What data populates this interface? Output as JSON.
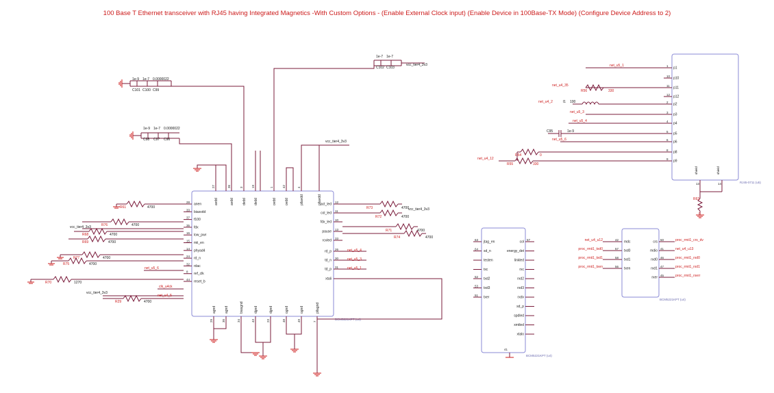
{
  "title": "100 Base T Ethernet transceiver with RJ45 having Integrated Magnetics -With Custom Options - (Enable External Clock input) (Enable Device in 100Base-TX Mode) (Configure Device Address to 2)",
  "phy": {
    "label": "BCM5221KPT (u4)",
    "left_pins": [
      {
        "num": "28",
        "name": "anen"
      },
      {
        "num": "33",
        "name": "biasvdd"
      },
      {
        "num": "37",
        "name": "f100"
      },
      {
        "num": "35",
        "name": "fdx"
      },
      {
        "num": "16",
        "name": "low_pwr"
      },
      {
        "num": "15",
        "name": "mii_en"
      },
      {
        "num": "14",
        "name": "phyad4"
      },
      {
        "num": "24",
        "name": "rd_n"
      },
      {
        "num": "32",
        "name": "rdac"
      },
      {
        "num": "8",
        "name": "ref_clk"
      },
      {
        "num": "44",
        "name": "reset_b"
      }
    ],
    "top_pins": [
      {
        "num": "27",
        "name": "avdd"
      },
      {
        "num": "36",
        "name": "avdd"
      },
      {
        "num": "3",
        "name": "dvdd"
      },
      {
        "num": "19",
        "name": "dvdd"
      },
      {
        "num": "1",
        "name": "ovdd"
      },
      {
        "num": "42",
        "name": "ovdd"
      },
      {
        "num": "4",
        "name": "pllavdd"
      },
      {
        "num": "",
        "name": "pllavdd"
      }
    ],
    "right_pins": [
      {
        "num": "12",
        "name": "act_led"
      },
      {
        "num": "11",
        "name": "col_led"
      },
      {
        "num": "10",
        "name": "fdx_led"
      },
      {
        "num": "13",
        "name": "pause"
      },
      {
        "num": "33",
        "name": "rcvled"
      },
      {
        "num": "26",
        "name": "rd_p"
      },
      {
        "num": "30",
        "name": "td_n"
      },
      {
        "num": "31",
        "name": "td_p"
      },
      {
        "num": "",
        "name": "xtali"
      }
    ],
    "bottom_pins": [
      {
        "num": "29",
        "name": "agnd"
      },
      {
        "num": "30",
        "name": "agnd"
      },
      {
        "num": "34",
        "name": "biasgnd"
      },
      {
        "num": "43",
        "name": "dgnd"
      },
      {
        "num": "23",
        "name": "dgnd"
      },
      {
        "num": "48",
        "name": "ognd"
      },
      {
        "num": "49",
        "name": "ognd"
      },
      {
        "num": "7",
        "name": "pllagnd"
      }
    ]
  },
  "mid_chip": {
    "label": "BCM5221KPT (u4)",
    "left_pins": [
      {
        "num": "63",
        "name": "jtag_en"
      },
      {
        "num": "64",
        "name": "sd_n"
      },
      {
        "num": "",
        "name": "testen"
      },
      {
        "num": "",
        "name": "txc"
      },
      {
        "num": "52",
        "name": "txd2"
      },
      {
        "num": "53",
        "name": "txd3"
      },
      {
        "num": "51",
        "name": "txer"
      }
    ],
    "right_pins": [
      {
        "num": "57",
        "name": "col"
      },
      {
        "num": "",
        "name": "energy_det"
      },
      {
        "num": "",
        "name": "linkled"
      },
      {
        "num": "",
        "name": "rxc"
      },
      {
        "num": "",
        "name": "rxd2"
      },
      {
        "num": "",
        "name": "rxd3"
      },
      {
        "num": "",
        "name": "rxdv"
      },
      {
        "num": "",
        "name": "sd_p"
      },
      {
        "num": "",
        "name": "spdled"
      },
      {
        "num": "",
        "name": "xmtled"
      },
      {
        "num": "",
        "name": "xtalo"
      }
    ],
    "bottom_num": "41"
  },
  "mii_chip": {
    "label": "BCM5221KPT (u4)",
    "left_pins": [
      {
        "num": "42",
        "name": "mdc",
        "net": "net_u4_u12"
      },
      {
        "num": "57",
        "name": "txd0",
        "net": "proc_rmii1_txd0"
      },
      {
        "num": "58",
        "name": "txd1",
        "net": "proc_rmii1_txd1"
      },
      {
        "num": "56",
        "name": "txen",
        "net": "proc_rmii1_txen"
      }
    ],
    "right_pins": [
      {
        "num": "50",
        "name": "crs",
        "net": "proc_rmii1_crs_dv"
      },
      {
        "num": "41",
        "name": "mdio",
        "net": "net_u4_u13"
      },
      {
        "num": "46",
        "name": "rxd0",
        "net": "proc_rmii1_rxd0"
      },
      {
        "num": "47",
        "name": "rxd1",
        "net": "proc_rmii1_rxd1"
      },
      {
        "num": "45",
        "name": "rxer",
        "net": "proc_rmii1_rxerr"
      }
    ]
  },
  "rj45": {
    "label": "RJ45-0711 (u5)",
    "pins": [
      {
        "num": "1",
        "name": "p1",
        "net": "net_u5_1"
      },
      {
        "num": "10",
        "name": "p10",
        "net": ""
      },
      {
        "num": "11",
        "name": "p11",
        "net": "net_u4_35"
      },
      {
        "num": "12",
        "name": "p12",
        "net": ""
      },
      {
        "num": "2",
        "name": "p2",
        "net": "net_u4_2"
      },
      {
        "num": "3",
        "name": "p3",
        "net": "net_u5_3"
      },
      {
        "num": "4",
        "name": "p4",
        "net": "net_u5_4"
      },
      {
        "num": "5",
        "name": "p5",
        "net": ""
      },
      {
        "num": "6",
        "name": "p6",
        "net": "net_u5_6"
      },
      {
        "num": "8",
        "name": "p8",
        "net": ""
      },
      {
        "num": "9",
        "name": "p9",
        "net": "net_u4_12"
      }
    ],
    "bottom_pins": [
      {
        "num": "13",
        "name": "shield"
      },
      {
        "num": "14",
        "name": "shield"
      }
    ],
    "r63": "R63",
    "r63_val": "0",
    "r56": "R56",
    "r56_val": "330",
    "l1": "l1",
    "l1_val": "100",
    "c95": "C95",
    "c95_val": "1e-9",
    "r54": "R54",
    "r54_val": "0",
    "r55": "R55",
    "r55_val": "330"
  },
  "nets": {
    "vcc": "vcc_tier4_3v3",
    "clk": "clk_u4ck",
    "u4_5": "net_u4_5",
    "u5_6b": "net_u5_6",
    "u5_4": "net_u5_4",
    "u5_3": "net_u5_3",
    "u5_1": "net_u5_1"
  },
  "caps_top1": [
    {
      "ref": "C101",
      "val": "1e-9"
    },
    {
      "ref": "C100",
      "val": "1e-7"
    },
    {
      "ref": "C99",
      "val": "0.0000022"
    }
  ],
  "caps_top2": [
    {
      "ref": "C98",
      "val": "1e-9"
    },
    {
      "ref": "C97",
      "val": "1e-7"
    },
    {
      "ref": "C96",
      "val": "0.0000022"
    }
  ],
  "caps_top3": [
    {
      "ref": "C102",
      "val": "1e-7"
    },
    {
      "ref": "C103",
      "val": "1e-7"
    }
  ],
  "left_res": [
    {
      "ref": "R61",
      "val": "4700"
    },
    {
      "ref": "R76",
      "val": "4700"
    },
    {
      "ref": "R68",
      "val": "4700"
    },
    {
      "ref": "R69",
      "val": "4700"
    },
    {
      "ref": "R77",
      "val": "4700"
    },
    {
      "ref": "R75",
      "val": "4700"
    },
    {
      "ref": "R70",
      "val": "1270"
    },
    {
      "ref": "R29",
      "val": "4700"
    }
  ],
  "right_res": [
    {
      "ref": "R73",
      "val": "4700"
    },
    {
      "ref": "R72",
      "val": "4700"
    },
    {
      "ref": "R71",
      "val": "4700"
    },
    {
      "ref": "R74",
      "val": "4700"
    }
  ]
}
